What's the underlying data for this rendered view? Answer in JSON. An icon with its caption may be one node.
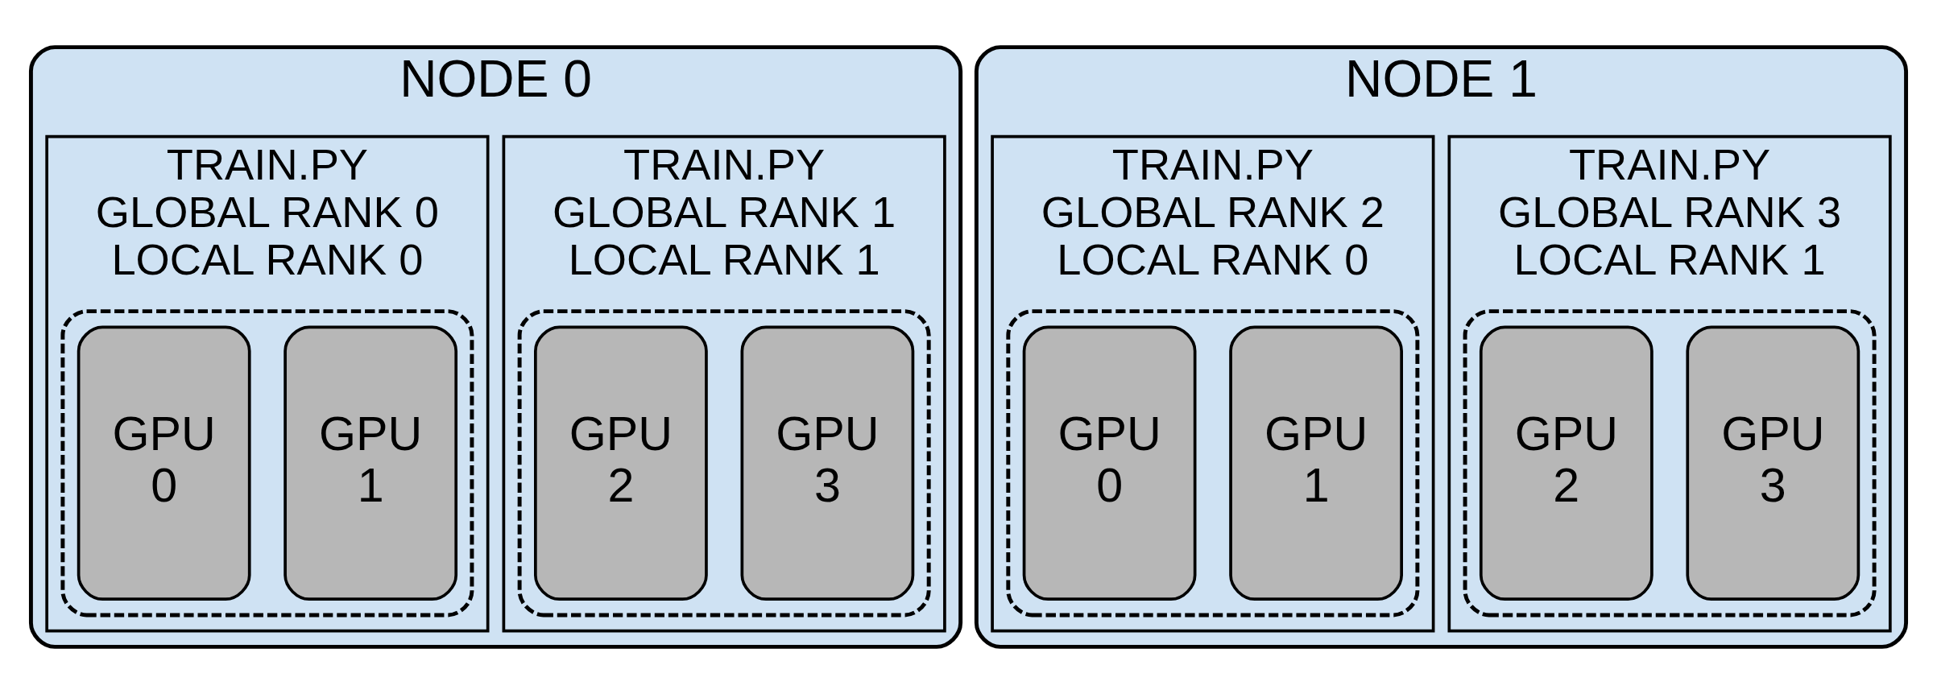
{
  "diagram": {
    "nodes": [
      {
        "text": [
          "NODE 0"
        ]
      },
      {
        "text": [
          "TRAIN.PY GLOBAL RANK 0 LOCAL RANK 0"
        ],
        "in": 0
      },
      {
        "text": [],
        "shape": "box",
        "in": 1
      },
      {
        "text": [
          "GPU 0"
        ],
        "in": 2
      },
      {
        "text": [
          "GPU 1"
        ],
        "in": 2
      },
      {
        "text": [
          "TRAIN.PY GLOBAL RANK 1 LOCAL RANK 1"
        ],
        "in": 0
      },
      {
        "text": [],
        "shape": "box",
        "in": 5
      },
      {
        "text": [
          "GPU 2"
        ],
        "in": 6
      },
      {
        "text": [
          "GPU 3"
        ],
        "in": 6
      },
      {
        "text": [
          "NODE 1"
        ]
      },
      {
        "text": [
          "TRAIN.PY GLOBAL RANK 2 LOCAL RANK 0"
        ],
        "in": 9
      },
      {
        "text": [],
        "shape": "box",
        "in": 10
      },
      {
        "text": [
          "GPU 0"
        ],
        "in": 11
      },
      {
        "text": [
          "GPU 1"
        ],
        "in": 11
      },
      {
        "text": [
          "TRAIN.PY GLOBAL RANK 3 LOCAL RANK 1"
        ],
        "in": 9
      },
      {
        "text": [],
        "shape": "box",
        "in": 14
      },
      {
        "text": [
          "GPU 2"
        ],
        "in": 15
      },
      {
        "text": [
          "GPU 3"
        ],
        "in": 15
      }
    ],
    "edges": []
  }
}
